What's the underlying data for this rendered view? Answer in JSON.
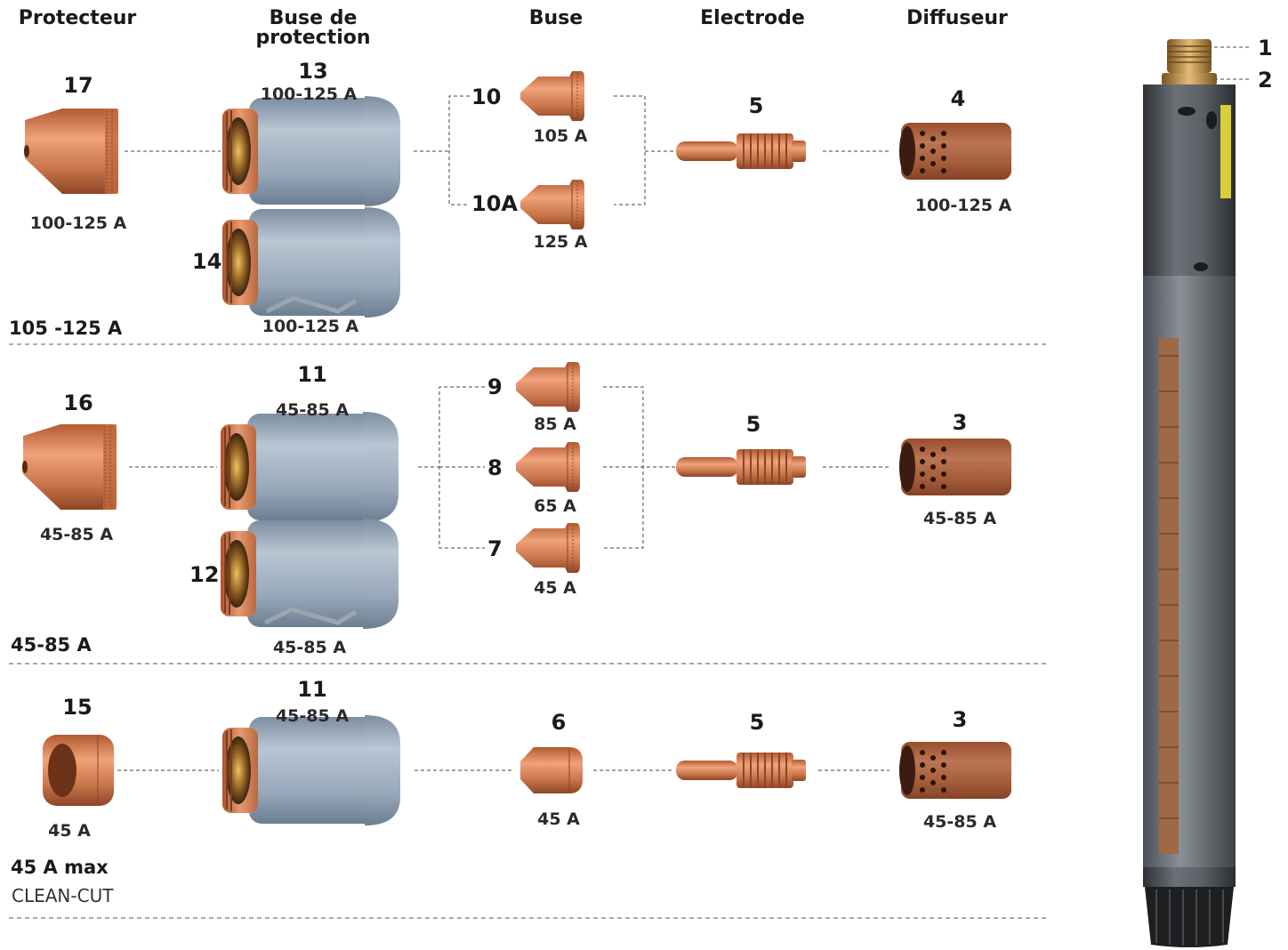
{
  "columns": {
    "protecteur": "Protecteur",
    "buse_protection_l1": "Buse de",
    "buse_protection_l2": "protection",
    "buse": "Buse",
    "electrode": "Electrode",
    "diffuseur": "Diffuseur"
  },
  "torch_callouts": {
    "c1": "1",
    "c2": "2"
  },
  "section1": {
    "label": "105 -125 A",
    "protector": {
      "num": "17",
      "amp": "100-125 A"
    },
    "shield13": {
      "num": "13",
      "amp": "100-125 A"
    },
    "shield14": {
      "num": "14",
      "amp": "100-125 A"
    },
    "nozzle10": {
      "num": "10",
      "amp": "105 A"
    },
    "nozzle10a": {
      "num": "10A",
      "amp": "125 A"
    },
    "electrode": {
      "num": "5"
    },
    "diffuser": {
      "num": "4",
      "amp": "100-125 A"
    }
  },
  "section2": {
    "label": "45-85 A",
    "protector": {
      "num": "16",
      "amp": "45-85 A"
    },
    "shield11": {
      "num": "11",
      "amp": "45-85 A"
    },
    "shield12": {
      "num": "12",
      "amp": "45-85 A"
    },
    "nozzle9": {
      "num": "9",
      "amp": "85 A"
    },
    "nozzle8": {
      "num": "8",
      "amp": "65 A"
    },
    "nozzle7": {
      "num": "7",
      "amp": "45 A"
    },
    "electrode": {
      "num": "5"
    },
    "diffuser": {
      "num": "3",
      "amp": "45-85 A"
    }
  },
  "section3": {
    "label": "45 A max",
    "sublabel": "CLEAN-CUT",
    "protector": {
      "num": "15",
      "amp": "45 A"
    },
    "shield11": {
      "num": "11",
      "amp": "45-85 A"
    },
    "nozzle6": {
      "num": "6",
      "amp": "45 A"
    },
    "electrode": {
      "num": "5"
    },
    "diffuser": {
      "num": "3",
      "amp": "45-85 A"
    }
  },
  "colors": {
    "copper": "#c8764a",
    "shield_grey": "#8fa0b2",
    "torch": "#4a4f55"
  }
}
